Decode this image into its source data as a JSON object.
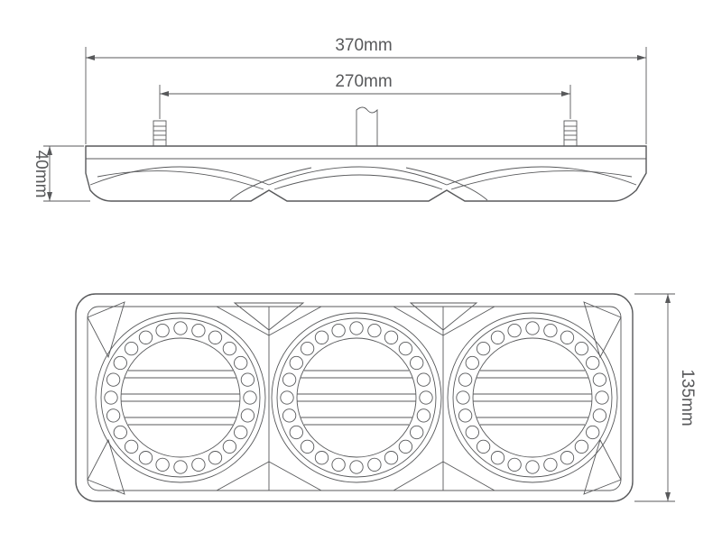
{
  "diagram": {
    "dimensions": {
      "overall_width": "370mm",
      "stud_spacing": "270mm",
      "depth": "40mm",
      "height": "135mm"
    },
    "front_view": {
      "lamp_count": 3,
      "leds_per_ring": 24
    }
  }
}
